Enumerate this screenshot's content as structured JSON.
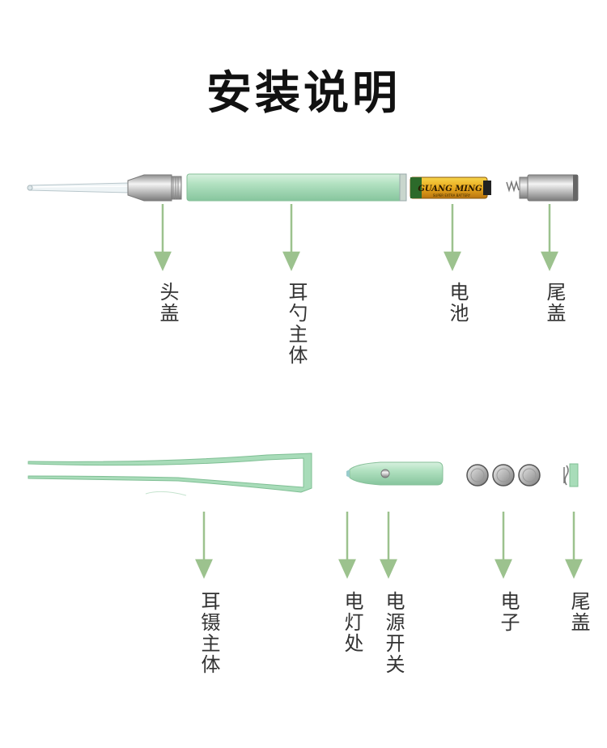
{
  "title": "安装说明",
  "colors": {
    "arrow": "#9cc28e",
    "body": "#a8dcb9",
    "text": "#333333"
  },
  "battery_text": {
    "brand": "GUANG MING",
    "tagline": "SUPER EXTRA BATTERY"
  },
  "earpick_parts": [
    {
      "id": "head-cap",
      "label": "头盖"
    },
    {
      "id": "main-body",
      "label": "耳勺主体"
    },
    {
      "id": "battery",
      "label": "电池"
    },
    {
      "id": "tail-cap",
      "label": "尾盖"
    }
  ],
  "tweezer_parts": [
    {
      "id": "tweezer-body",
      "label": "耳镊主体"
    },
    {
      "id": "light",
      "label": "电灯处"
    },
    {
      "id": "power-switch",
      "label": "电源开关"
    },
    {
      "id": "cells",
      "label": "电子"
    },
    {
      "id": "tail-cap",
      "label": "尾盖"
    }
  ]
}
